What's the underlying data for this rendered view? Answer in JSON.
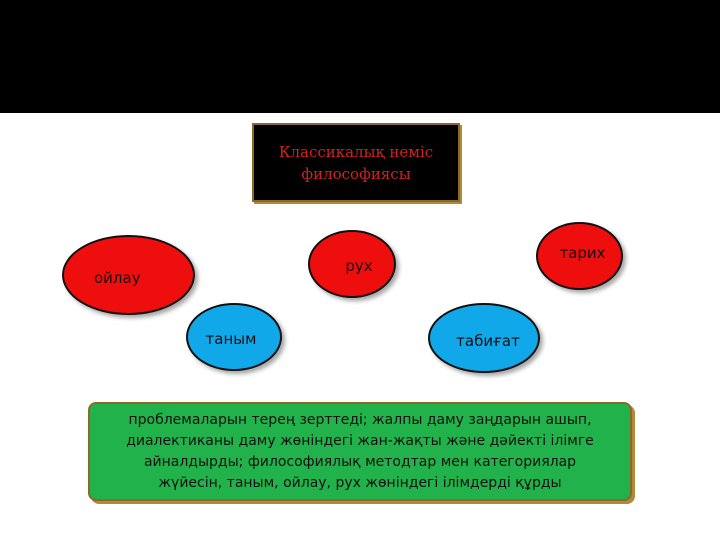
{
  "top_band": {
    "color": "#000000"
  },
  "title_box": {
    "text": "Классикалық неміс философиясы",
    "text_color": "#d42020",
    "background": "#000000"
  },
  "nodes": {
    "oilau": {
      "label": "ойлау",
      "color": "#ef0e0e"
    },
    "rukh": {
      "label": "рух",
      "color": "#ef0e0e"
    },
    "tarikh": {
      "label": "тарих",
      "color": "#ef0e0e"
    },
    "tanym": {
      "label": "таным",
      "color": "#11a8ea"
    },
    "tabigat": {
      "label": "табиғат",
      "color": "#11a8ea"
    }
  },
  "description": {
    "text": "проблемаларын терең зерттеді; жалпы даму заңдарын ашып, диалектиканы даму жөніндегі жан-жақты және дәйекті ілімге айналдырды; философиялық методтар мен категориялар жүйесін, таным, ойлау, рух жөніндегі ілімдерді құрды",
    "background": "#21b24b"
  }
}
